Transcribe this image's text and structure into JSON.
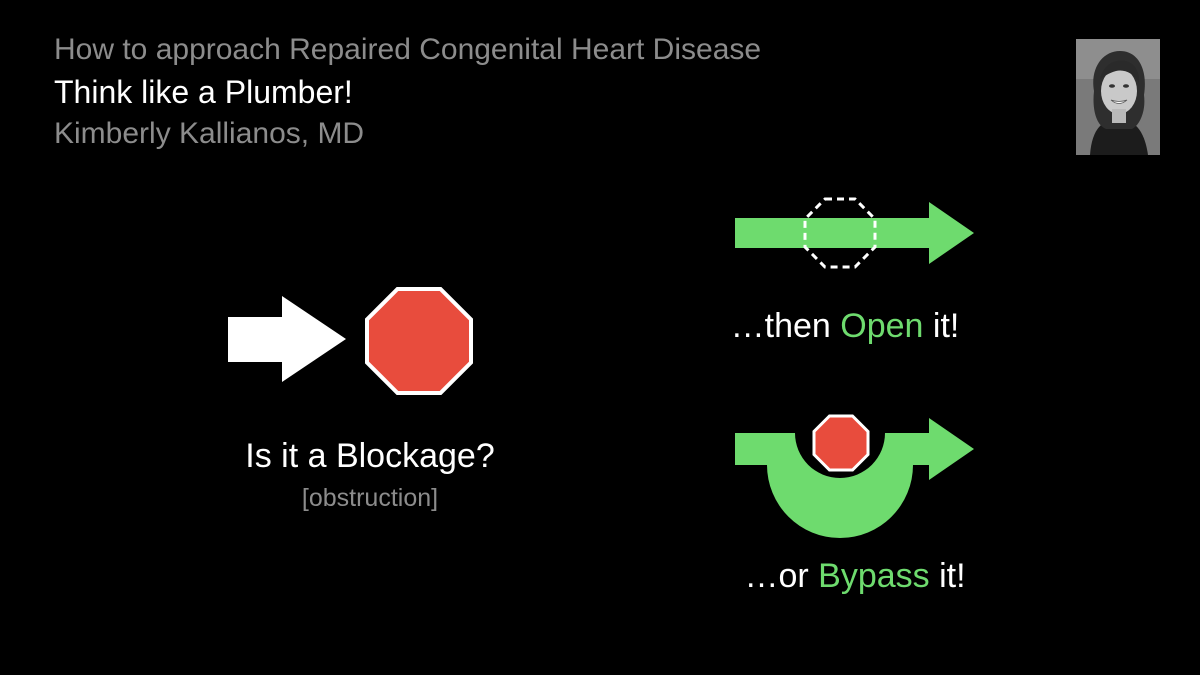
{
  "slide": {
    "supertitle": "How to approach Repaired Congenital Heart Disease",
    "title": "Think like a Plumber!",
    "author": "Kimberly Kallianos, MD"
  },
  "left": {
    "question": "Is it a Blockage?",
    "subtitle": "[obstruction]"
  },
  "open": {
    "prefix": "…then ",
    "highlight": "Open",
    "suffix": " it!"
  },
  "bypass": {
    "prefix": "…or ",
    "highlight": "Bypass",
    "suffix": " it!"
  },
  "colors": {
    "background": "#000000",
    "green": "#6edb6e",
    "stop_red": "#e84c3d",
    "white": "#ffffff",
    "gray_text": "#8c8c8c"
  }
}
